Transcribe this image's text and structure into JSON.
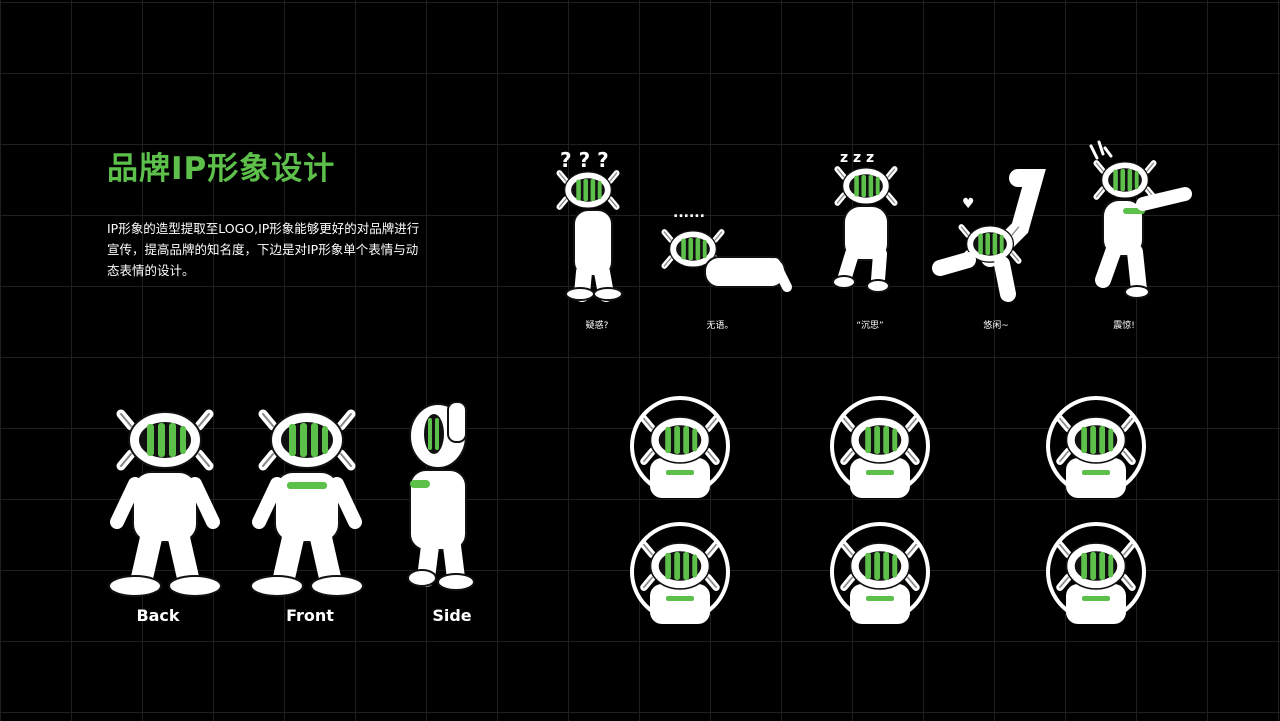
{
  "heading": {
    "title": "品牌IP形象设计"
  },
  "intro": {
    "text": "IP形象的造型提取至LOGO,IP形象能够更好的对品牌进行宣传，提高品牌的知名度，下边是对IP形象单个表情与动态表情的设计。"
  },
  "views": {
    "back": "Back",
    "front": "Front",
    "side": "Side"
  },
  "poses": [
    {
      "caption": "疑惑?",
      "marks": "? ? ?"
    },
    {
      "caption": "无语。",
      "marks": "......"
    },
    {
      "caption": "“沉思”",
      "marks": "z z z"
    },
    {
      "caption": "悠闲~",
      "marks": "♥"
    },
    {
      "caption": "震惊!",
      "marks": ""
    }
  ],
  "colors": {
    "accent": "#5cc04a",
    "background": "#000000",
    "grid": "#1f1f1f"
  },
  "icons": [
    "character-back-icon",
    "character-front-icon",
    "character-side-icon",
    "sticker-face-icon"
  ]
}
